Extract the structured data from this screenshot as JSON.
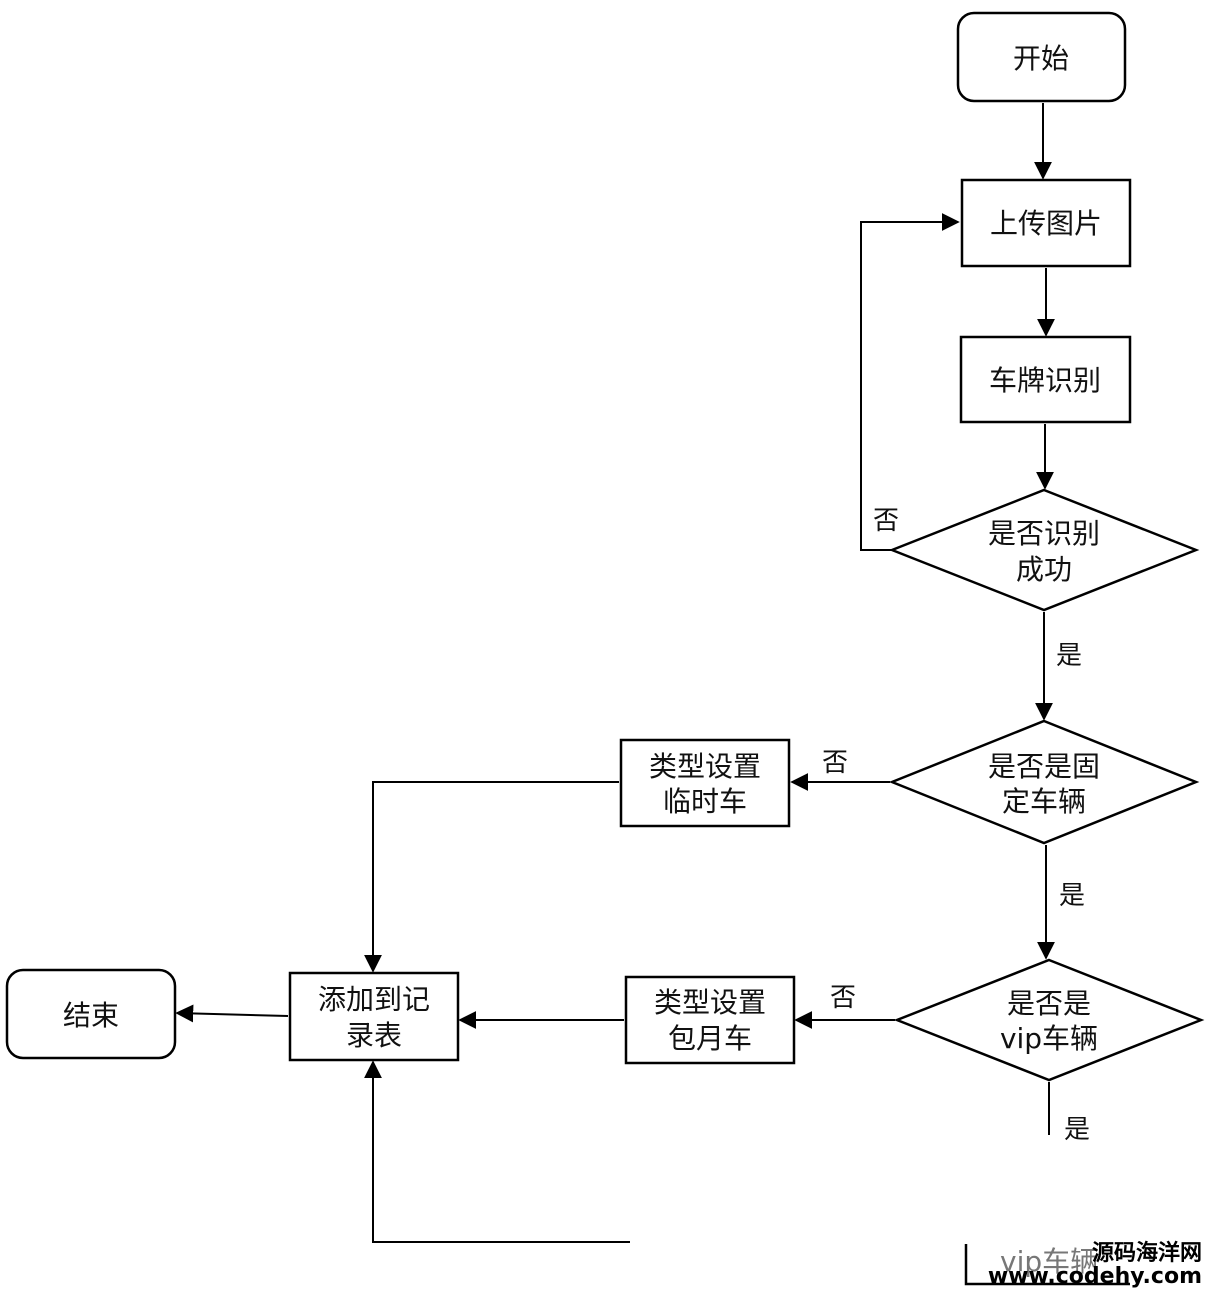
{
  "nodes": {
    "start": "开始",
    "upload": "上传图片",
    "recognize": "车牌识别",
    "success_q": [
      "是否识别",
      "成功"
    ],
    "fixed_q": [
      "是否是固",
      "定车辆"
    ],
    "vip_q": [
      "是否是",
      "vip车辆"
    ],
    "temp": [
      "类型设置",
      "临时车"
    ],
    "monthly": [
      "类型设置",
      "包月车"
    ],
    "add": [
      "添加到记",
      "录表"
    ],
    "end": "结束",
    "vip_partial": "vip车辆"
  },
  "edges": {
    "no": "否",
    "yes": "是"
  },
  "watermark": {
    "line1": "源码海洋网",
    "line2": "www.codehy.com"
  }
}
